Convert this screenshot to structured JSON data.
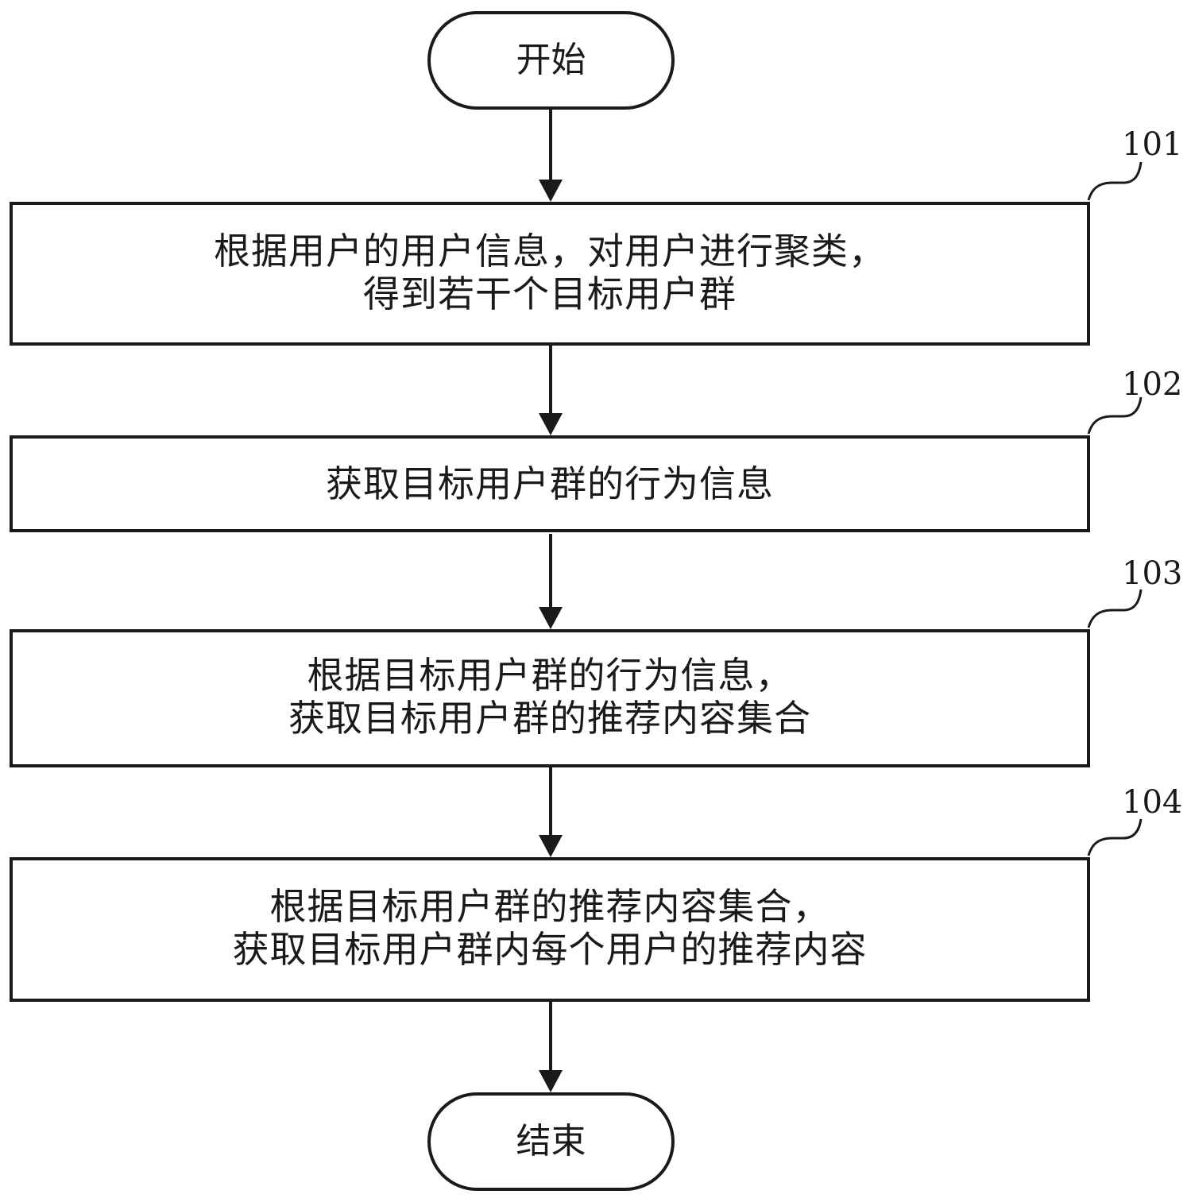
{
  "diagram": {
    "start": {
      "label": "开始"
    },
    "end": {
      "label": "结束"
    },
    "steps": [
      {
        "number": "101",
        "lines": [
          "根据用户的用户信息，对用户进行聚类，",
          "得到若干个目标用户群"
        ]
      },
      {
        "number": "102",
        "lines": [
          "获取目标用户群的行为信息"
        ]
      },
      {
        "number": "103",
        "lines": [
          "根据目标用户群的行为信息，",
          "获取目标用户群的推荐内容集合"
        ]
      },
      {
        "number": "104",
        "lines": [
          "根据目标用户群的推荐内容集合，",
          "获取目标用户群内每个用户的推荐内容"
        ]
      }
    ],
    "stroke_color": "#1a1a1a",
    "background_color": "#ffffff"
  }
}
